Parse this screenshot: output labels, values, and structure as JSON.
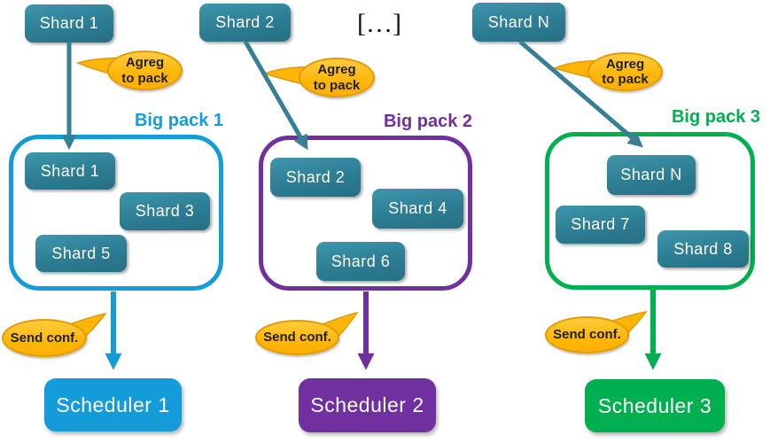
{
  "ellipsis": "[…]",
  "colors": {
    "shard_teal": "#2E7E95",
    "arrow_teal": "#377F95",
    "bubble_fill": "#FFB608",
    "bubble_border": "#E59B00",
    "pack1_blue": "#149BD9",
    "pack2_purple": "#7030A0",
    "pack3_green": "#00B050"
  },
  "columns": [
    {
      "source_shard": "Shard 1",
      "agreg_bubble": "Agreg to pack",
      "pack_label": "Big pack 1",
      "accent": "#149BD9",
      "pack_shards": [
        "Shard 1",
        "Shard 3",
        "Shard 5"
      ],
      "send_bubble": "Send conf.",
      "scheduler": "Scheduler 1"
    },
    {
      "source_shard": "Shard 2",
      "agreg_bubble": "Agreg to pack",
      "pack_label": "Big pack 2",
      "accent": "#7030A0",
      "pack_shards": [
        "Shard 2",
        "Shard 4",
        "Shard 6"
      ],
      "send_bubble": "Send conf.",
      "scheduler": "Scheduler 2"
    },
    {
      "source_shard": "Shard N",
      "agreg_bubble": "Agreg to pack",
      "pack_label": "Big pack 3",
      "accent": "#00B050",
      "pack_shards": [
        "Shard N",
        "Shard 7",
        "Shard 8"
      ],
      "send_bubble": "Send conf.",
      "scheduler": "Scheduler 3"
    }
  ]
}
